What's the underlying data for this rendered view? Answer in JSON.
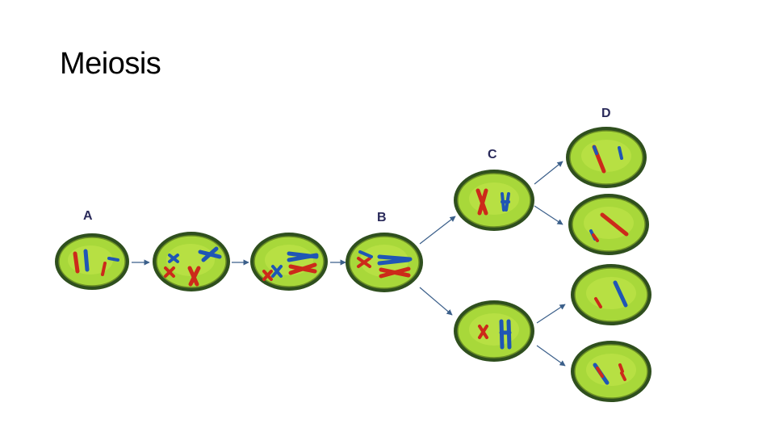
{
  "slide": {
    "title": "Meiosis"
  },
  "diagram": {
    "labels": {
      "a": "A",
      "b": "B",
      "c": "C",
      "d": "D"
    },
    "colors": {
      "cell_fill": "#a8d83a",
      "cell_border": "#2f4f1e",
      "chromosome_maternal": "#cc2a1a",
      "chromosome_paternal": "#1f56b5",
      "arrow": "#3b5f8a"
    }
  }
}
